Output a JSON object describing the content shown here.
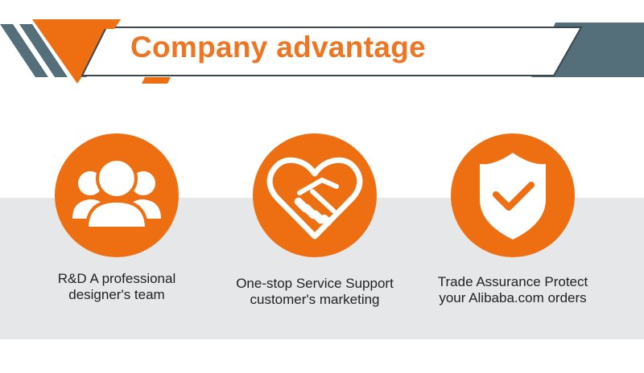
{
  "header": {
    "title": "Company advantage"
  },
  "features": [
    {
      "icon": "team-icon",
      "label_line1": "R&D A professional",
      "label_line2": "designer's team"
    },
    {
      "icon": "handshake-heart-icon",
      "label_line1": "One-stop Service Support",
      "label_line2": "customer's marketing"
    },
    {
      "icon": "shield-check-icon",
      "label_line1": "Trade Assurance Protect",
      "label_line2": "your Alibaba.com orders"
    }
  ],
  "colors": {
    "accent": "#ee6f12",
    "slate": "#546e7a",
    "band": "#e6e7e9"
  }
}
